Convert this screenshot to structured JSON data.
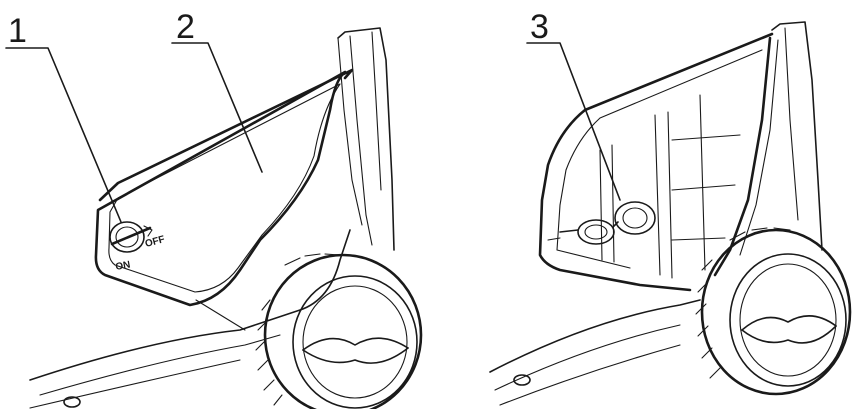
{
  "callouts": [
    {
      "number": "1"
    },
    {
      "number": "2"
    },
    {
      "number": "3"
    }
  ],
  "switch_labels": {
    "off": "OFF",
    "on": "ON"
  }
}
